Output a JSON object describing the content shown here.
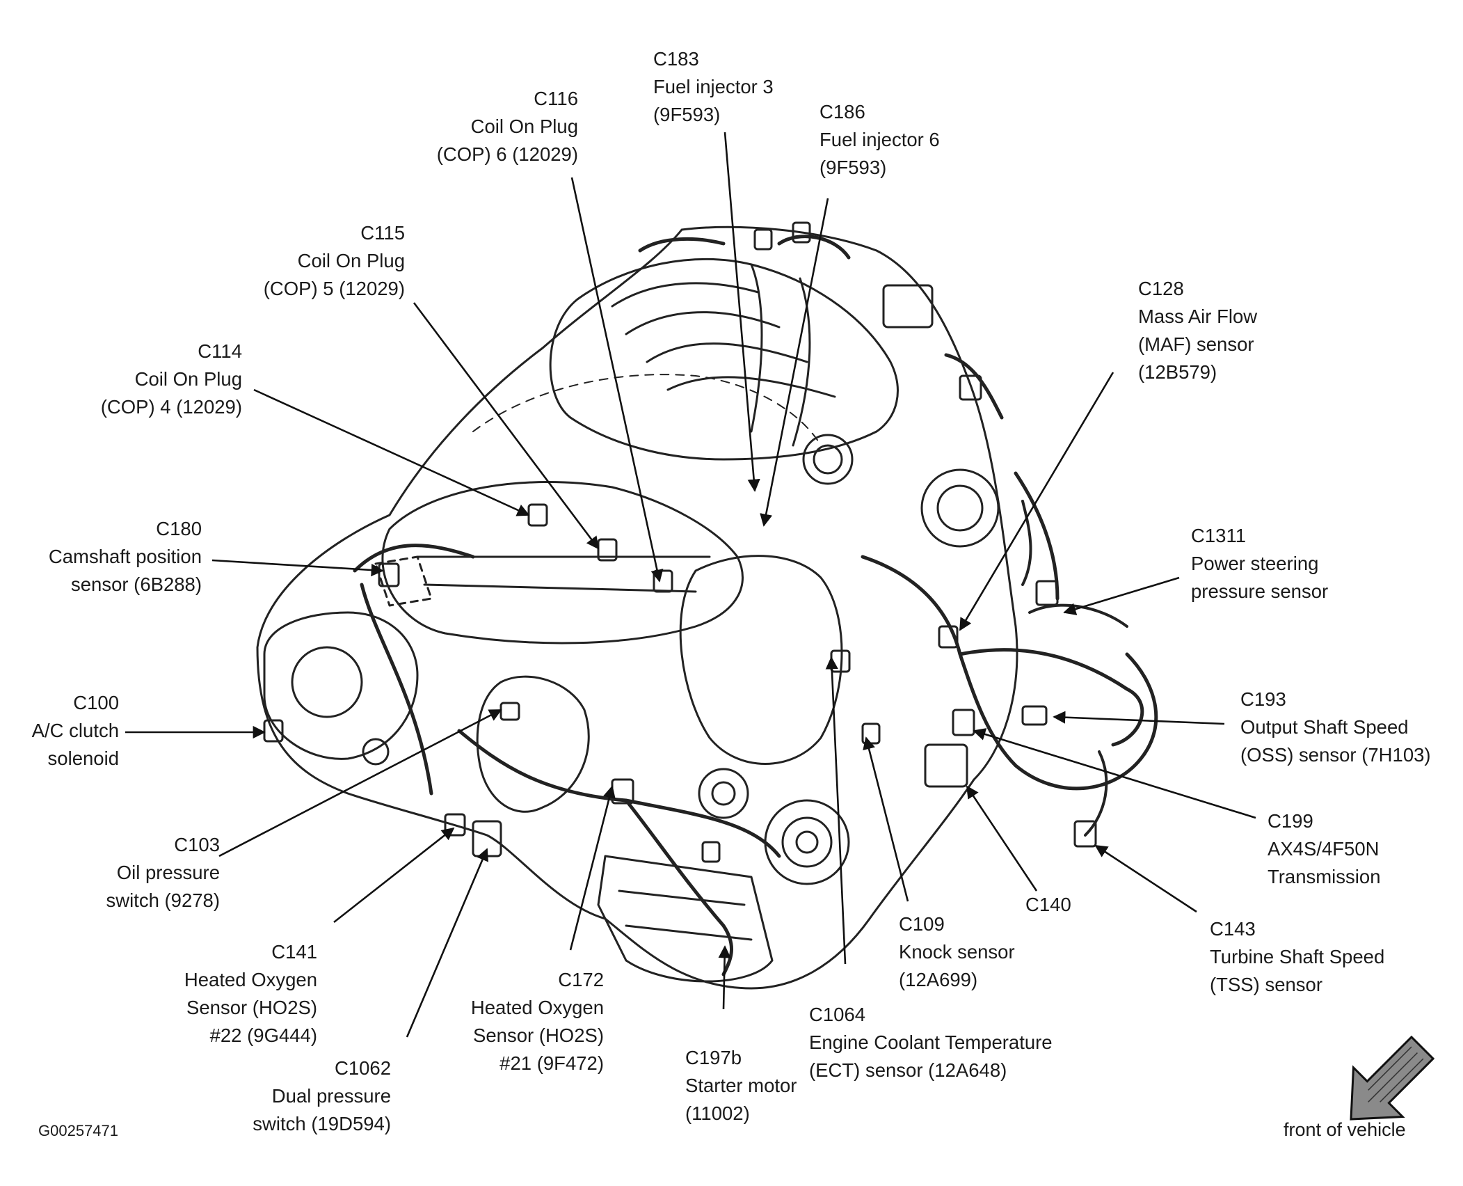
{
  "figure_code": "G00257471",
  "front_label": "front of vehicle",
  "callouts": {
    "c183": [
      "C183",
      "Fuel injector 3",
      "(9F593)"
    ],
    "c116": [
      "C116",
      "Coil On Plug",
      "(COP) 6 (12029)"
    ],
    "c186": [
      "C186",
      "Fuel injector 6",
      "(9F593)"
    ],
    "c115": [
      "C115",
      "Coil On Plug",
      "(COP) 5 (12029)"
    ],
    "c128": [
      "C128",
      "Mass Air Flow",
      "(MAF) sensor",
      "(12B579)"
    ],
    "c114": [
      "C114",
      "Coil On Plug",
      "(COP) 4 (12029)"
    ],
    "c180": [
      "C180",
      "Camshaft position",
      "sensor (6B288)"
    ],
    "c1311": [
      "C1311",
      "Power steering",
      "pressure sensor"
    ],
    "c100": [
      "C100",
      "A/C clutch",
      "solenoid"
    ],
    "c193": [
      "C193",
      "Output Shaft Speed",
      "(OSS) sensor (7H103)"
    ],
    "c103": [
      "C103",
      "Oil pressure",
      "switch (9278)"
    ],
    "c199": [
      "C199",
      "AX4S/4F50N",
      "Transmission"
    ],
    "c140": [
      "C140"
    ],
    "c109": [
      "C109",
      "Knock sensor",
      "(12A699)"
    ],
    "c143": [
      "C143",
      "Turbine Shaft Speed",
      "(TSS) sensor"
    ],
    "c141": [
      "C141",
      "Heated Oxygen",
      "Sensor (HO2S)",
      "#22 (9G444)"
    ],
    "c172": [
      "C172",
      "Heated Oxygen",
      "Sensor (HO2S)",
      "#21 (9F472)"
    ],
    "c1064": [
      "C1064",
      "Engine Coolant Temperature",
      "(ECT) sensor (12A648)"
    ],
    "c197b": [
      "C197b",
      "Starter motor",
      "(11002)"
    ],
    "c1062": [
      "C1062",
      "Dual pressure",
      "switch (19D594)"
    ]
  }
}
